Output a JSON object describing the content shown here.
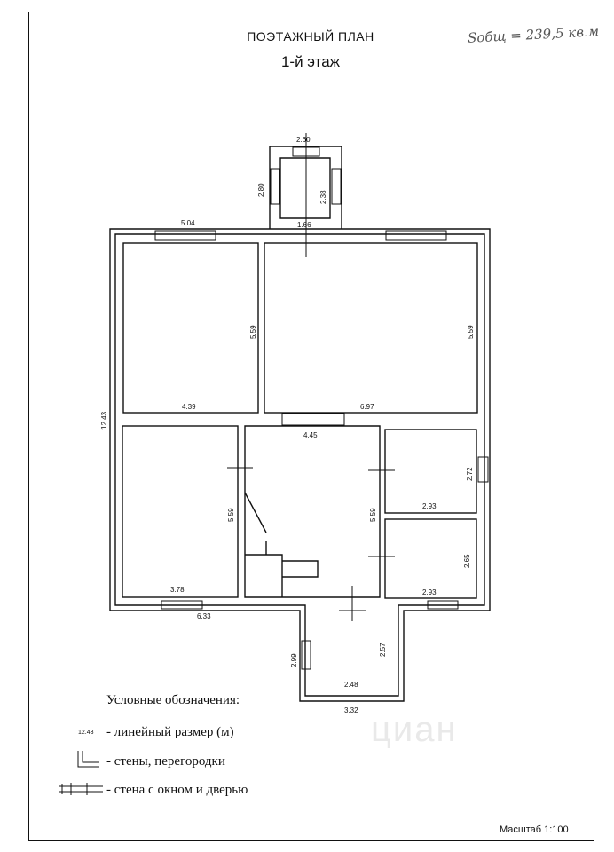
{
  "header": {
    "title": "ПОЭТАЖНЫЙ ПЛАН",
    "floor": "1-й этаж",
    "handwritten_area": "Sобщ = 239,5 кв.м"
  },
  "dimensions": {
    "porch_top_width": "2.60",
    "porch_top_depth": "2.80",
    "porch_top_inner": "2.38",
    "porch_top_door": "1.66",
    "room_nw_top": "5.04",
    "room_nw_height": "5.59",
    "room_nw_bottom": "4.39",
    "room_ne_height": "5.59",
    "room_ne_bottom": "6.97",
    "overall_height": "12.43",
    "hall_top": "4.45",
    "hall_height": "5.59",
    "room_sw_height": "5.59",
    "room_sw_bottom": "3.78",
    "overall_bottom": "6.33",
    "room_e1_height": "2.72",
    "room_e1_width": "2.93",
    "room_e2_height": "2.65",
    "room_e2_width": "2.93",
    "porch_bottom_outer": "2.99",
    "porch_bottom_inner": "2.57",
    "porch_bottom_width_inner": "2.48",
    "porch_bottom_width_outer": "3.32"
  },
  "legend": {
    "title": "Условные обозначения:",
    "sample_dim": "12.43",
    "items": [
      "- линейный размер (м)",
      "- стены, перегородки",
      "- стена с окном и дверью"
    ]
  },
  "footer": {
    "scale": "Масштаб  1:100",
    "watermark": "циан"
  }
}
